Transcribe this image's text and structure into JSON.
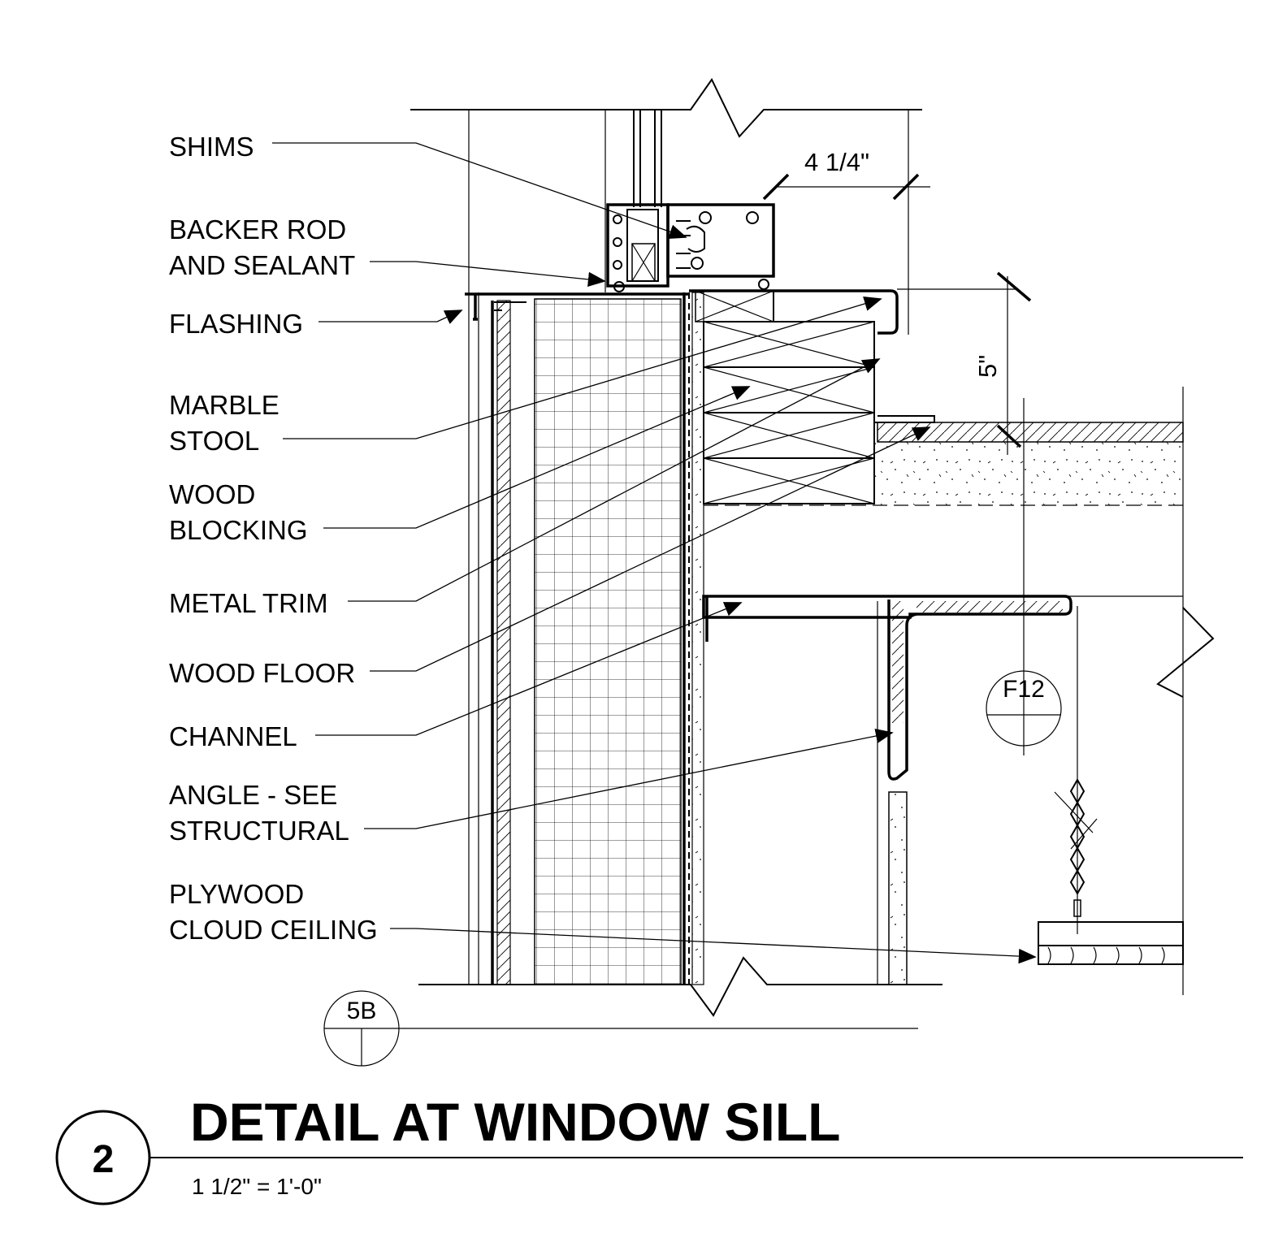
{
  "title": "DETAIL AT WINDOW SILL",
  "detail_number": "2",
  "scale": "1 1/2\" = 1'-0\"",
  "dimensions": {
    "sill_width": "4 1/4\"",
    "sill_height": "5\""
  },
  "section_tags": {
    "ceiling_ref": "F12",
    "wall_ref": "5B"
  },
  "labels": {
    "shims": "SHIMS",
    "backer_rod_1": "BACKER ROD",
    "backer_rod_2": "AND SEALANT",
    "flashing": "FLASHING",
    "marble_stool_1": "MARBLE",
    "marble_stool_2": "STOOL",
    "wood_blocking_1": "WOOD",
    "wood_blocking_2": "BLOCKING",
    "metal_trim": "METAL TRIM",
    "wood_floor": "WOOD FLOOR",
    "channel": "CHANNEL",
    "angle_1": "ANGLE - SEE",
    "angle_2": "STRUCTURAL",
    "plywood_1": "PLYWOOD",
    "plywood_2": "CLOUD CEILING"
  }
}
